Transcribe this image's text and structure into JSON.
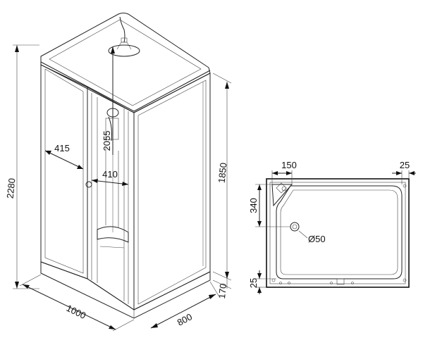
{
  "diagram": {
    "left_view": {
      "total_height": "2280",
      "door_opening": "415",
      "column_height": "2055",
      "column_width": "410",
      "panel_height": "1850",
      "tray_height": "170",
      "length": "1000",
      "width": "800"
    },
    "right_view": {
      "corner_offset": "150",
      "edge_offset": "25",
      "corner_depth": "340",
      "bottom_offset": "25",
      "drain_diameter": "Ø50"
    }
  }
}
